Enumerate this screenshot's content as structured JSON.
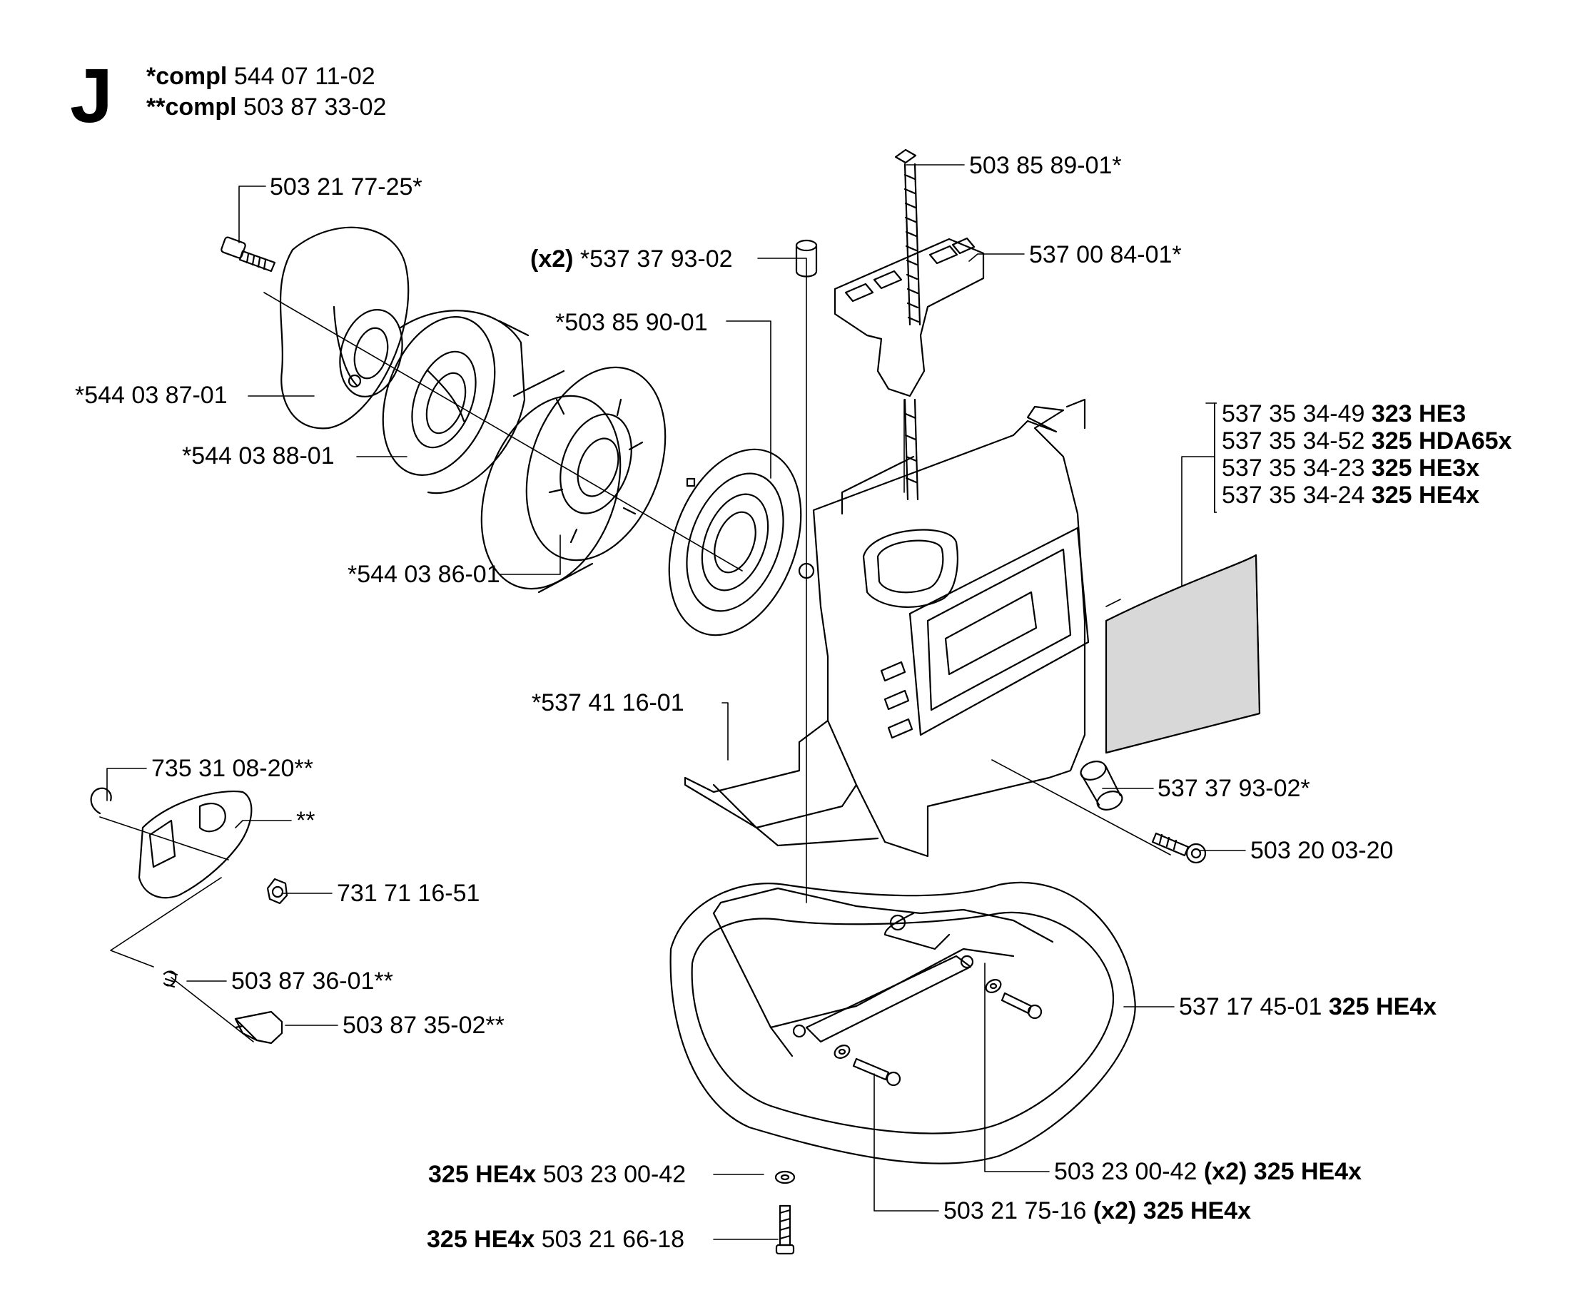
{
  "section": "J",
  "compl": [
    {
      "prefix": "*compl",
      "part": "544 07 11-02"
    },
    {
      "prefix": "**compl",
      "part": "503 87 33-02"
    }
  ],
  "labels": {
    "l01": {
      "part": "503 21 77-25*"
    },
    "l02": {
      "part": "*544 03 87-01"
    },
    "l03": {
      "part": "*544 03 88-01"
    },
    "l04": {
      "part": "*544 03 86-01"
    },
    "l05": {
      "qty": "(x2)",
      "part": "*537 37 93-02"
    },
    "l06": {
      "part": "*503 85 90-01"
    },
    "l07": {
      "part": "503 85 89-01*"
    },
    "l08": {
      "part": "537 00 84-01*"
    },
    "l09": {
      "part": "537 35 34-49",
      "model": "323 HE3"
    },
    "l10": {
      "part": "537 35 34-52",
      "model": "325 HDA65x"
    },
    "l11": {
      "part": "537 35 34-23",
      "model": "325 HE3x"
    },
    "l12": {
      "part": "537 35 34-24",
      "model": "325 HE4x"
    },
    "l13": {
      "part": "*537 41 16-01"
    },
    "l14": {
      "part": "735 31 08-20**"
    },
    "l15": {
      "part": "**"
    },
    "l16": {
      "part": "731 71 16-51"
    },
    "l17": {
      "part": "537 37 93-02*"
    },
    "l18": {
      "part": "503 20 03-20"
    },
    "l19": {
      "part": "503 87 36-01**"
    },
    "l20": {
      "part": "503 87 35-02**"
    },
    "l21": {
      "part": "537 17 45-01",
      "model": "325 HE4x"
    },
    "l22": {
      "part": "503 23 00-42",
      "qty": "(x2)",
      "model": "325 HE4x"
    },
    "l23": {
      "part": "503 21 75-16",
      "qty": "(x2)",
      "model": "325 HE4x"
    },
    "l24": {
      "model": "325 HE4x",
      "part": "503 23 00-42"
    },
    "l25": {
      "model": "325 HE4x",
      "part": "503 21 66-18"
    }
  }
}
